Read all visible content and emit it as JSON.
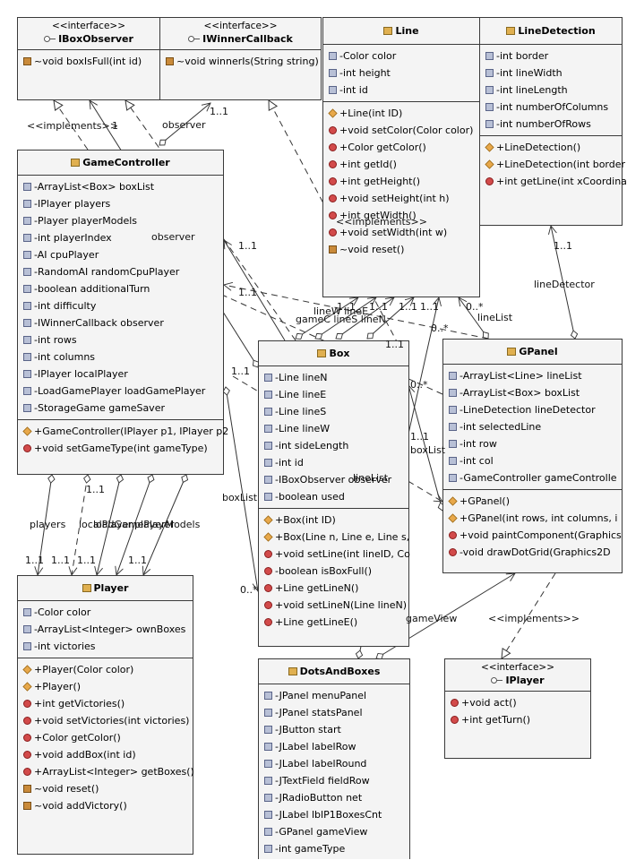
{
  "classes": {
    "iboxobserver": {
      "stereotype": "<<interface>>",
      "name": "IBoxObserver",
      "operations": [
        {
          "vis": "pkg",
          "text": "~void boxIsFull(int id)"
        }
      ]
    },
    "iwinnercallback": {
      "stereotype": "<<interface>>",
      "name": "IWinnerCallback",
      "operations": [
        {
          "vis": "pkg",
          "text": "~void winnerIs(String string)"
        }
      ]
    },
    "line": {
      "name": "Line",
      "attributes": [
        {
          "vis": "field",
          "text": "-Color color"
        },
        {
          "vis": "field",
          "text": "-int height"
        },
        {
          "vis": "field",
          "text": "-int id"
        }
      ],
      "operations": [
        {
          "vis": "pub",
          "text": "+Line(int ID)"
        },
        {
          "vis": "priv",
          "text": "+void setColor(Color color)"
        },
        {
          "vis": "priv",
          "text": "+Color getColor()"
        },
        {
          "vis": "priv",
          "text": "+int getId()"
        },
        {
          "vis": "priv",
          "text": "+int getHeight()"
        },
        {
          "vis": "priv",
          "text": "+void setHeight(int h)"
        },
        {
          "vis": "priv",
          "text": "+int getWidth()"
        },
        {
          "vis": "priv",
          "text": "+void setWidth(int w)"
        },
        {
          "vis": "pkg",
          "text": "~void reset()"
        }
      ]
    },
    "linedetection": {
      "name": "LineDetection",
      "attributes": [
        {
          "vis": "field",
          "text": "-int border"
        },
        {
          "vis": "field",
          "text": "-int lineWidth"
        },
        {
          "vis": "field",
          "text": "-int lineLength"
        },
        {
          "vis": "field",
          "text": "-int numberOfColumns"
        },
        {
          "vis": "field",
          "text": "-int numberOfRows"
        }
      ],
      "operations": [
        {
          "vis": "pub",
          "text": "+LineDetection()"
        },
        {
          "vis": "pub",
          "text": "+LineDetection(int border"
        },
        {
          "vis": "priv",
          "text": "+int getLine(int xCoordina"
        }
      ]
    },
    "gamecontroller": {
      "name": "GameController",
      "attributes": [
        {
          "vis": "field",
          "text": "-ArrayList<Box> boxList"
        },
        {
          "vis": "field",
          "text": "-IPlayer players"
        },
        {
          "vis": "field",
          "text": "-Player playerModels"
        },
        {
          "vis": "field",
          "text": "-int playerIndex"
        },
        {
          "vis": "field",
          "text": "-AI cpuPlayer"
        },
        {
          "vis": "field",
          "text": "-RandomAI randomCpuPlayer"
        },
        {
          "vis": "field",
          "text": "-boolean additionalTurn"
        },
        {
          "vis": "field",
          "text": "-int difficulty"
        },
        {
          "vis": "field",
          "text": "-IWinnerCallback observer"
        },
        {
          "vis": "field",
          "text": "-int rows"
        },
        {
          "vis": "field",
          "text": "-int columns"
        },
        {
          "vis": "field",
          "text": "-IPlayer localPlayer"
        },
        {
          "vis": "field",
          "text": "-LoadGamePlayer loadGamePlayer"
        },
        {
          "vis": "field",
          "text": "-StorageGame gameSaver"
        }
      ],
      "operations": [
        {
          "vis": "pub",
          "text": "+GameController(IPlayer p1, IPlayer p2"
        },
        {
          "vis": "priv",
          "text": "+void setGameType(int gameType)"
        }
      ]
    },
    "box": {
      "name": "Box",
      "attributes": [
        {
          "vis": "field",
          "text": "-Line lineN"
        },
        {
          "vis": "field",
          "text": "-Line lineE"
        },
        {
          "vis": "field",
          "text": "-Line lineS"
        },
        {
          "vis": "field",
          "text": "-Line lineW"
        },
        {
          "vis": "field",
          "text": "-int sideLength"
        },
        {
          "vis": "field",
          "text": "-int id"
        },
        {
          "vis": "field",
          "text": "-IBoxObserver observer"
        },
        {
          "vis": "field",
          "text": "-boolean used"
        }
      ],
      "operations": [
        {
          "vis": "pub",
          "text": "+Box(int ID)"
        },
        {
          "vis": "pub",
          "text": "+Box(Line n, Line e, Line s,"
        },
        {
          "vis": "priv",
          "text": "+void setLine(int lineID, Co"
        },
        {
          "vis": "priv",
          "text": "-boolean isBoxFull()"
        },
        {
          "vis": "priv",
          "text": "+Line getLineN()"
        },
        {
          "vis": "priv",
          "text": "+void setLineN(Line lineN)"
        },
        {
          "vis": "priv",
          "text": "+Line getLineE()"
        }
      ]
    },
    "gpanel": {
      "name": "GPanel",
      "attributes": [
        {
          "vis": "field",
          "text": "-ArrayList<Line> lineList"
        },
        {
          "vis": "field",
          "text": "-ArrayList<Box> boxList"
        },
        {
          "vis": "field",
          "text": "-LineDetection lineDetector"
        },
        {
          "vis": "field",
          "text": "-int selectedLine"
        },
        {
          "vis": "field",
          "text": "-int row"
        },
        {
          "vis": "field",
          "text": "-int col"
        },
        {
          "vis": "field",
          "text": "-GameController gameControlle"
        }
      ],
      "operations": [
        {
          "vis": "pub",
          "text": "+GPanel()"
        },
        {
          "vis": "pub",
          "text": "+GPanel(int rows, int columns, i"
        },
        {
          "vis": "priv",
          "text": "+void paintComponent(Graphics"
        },
        {
          "vis": "priv",
          "text": "-void drawDotGrid(Graphics2D"
        }
      ]
    },
    "player": {
      "name": "Player",
      "attributes": [
        {
          "vis": "field",
          "text": "-Color color"
        },
        {
          "vis": "field",
          "text": "-ArrayList<Integer> ownBoxes"
        },
        {
          "vis": "field",
          "text": "-int victories"
        }
      ],
      "operations": [
        {
          "vis": "pub",
          "text": "+Player(Color color)"
        },
        {
          "vis": "pub",
          "text": "+Player()"
        },
        {
          "vis": "priv",
          "text": "+int getVictories()"
        },
        {
          "vis": "priv",
          "text": "+void setVictories(int victories)"
        },
        {
          "vis": "priv",
          "text": "+Color getColor()"
        },
        {
          "vis": "priv",
          "text": "+void addBox(int id)"
        },
        {
          "vis": "priv",
          "text": "+ArrayList<Integer> getBoxes()"
        },
        {
          "vis": "pkg",
          "text": "~void reset()"
        },
        {
          "vis": "pkg",
          "text": "~void addVictory()"
        }
      ]
    },
    "dotsandboxes": {
      "name": "DotsAndBoxes",
      "attributes": [
        {
          "vis": "field",
          "text": "-JPanel menuPanel"
        },
        {
          "vis": "field",
          "text": "-JPanel statsPanel"
        },
        {
          "vis": "field",
          "text": "-JButton start"
        },
        {
          "vis": "field",
          "text": "-JLabel labelRow"
        },
        {
          "vis": "field",
          "text": "-JLabel labelRound"
        },
        {
          "vis": "field",
          "text": "-JTextField fieldRow"
        },
        {
          "vis": "field",
          "text": "-JRadioButton net"
        },
        {
          "vis": "field",
          "text": "-JLabel lblP1BoxesCnt"
        },
        {
          "vis": "field",
          "text": "-GPanel gameView"
        },
        {
          "vis": "field",
          "text": "-int gameType"
        }
      ],
      "operations": []
    },
    "iplayer": {
      "stereotype": "<<interface>>",
      "name": "IPlayer",
      "operations": [
        {
          "vis": "priv",
          "text": "+void act()"
        },
        {
          "vis": "priv",
          "text": "+int getTurn()"
        }
      ]
    }
  },
  "labels": {
    "implements1": "<<implements>>",
    "implements2": "<<implements>>",
    "implements3": "<<implements>>",
    "m_1_a": "1",
    "m_1_1_a": "1..1",
    "observer1": "observer",
    "observer2": "observer",
    "m_1_1_b": "1..1",
    "m_1_1_c": "1..1",
    "m_1_1_d": "1..1",
    "m_1_1_e": "1..1",
    "m_1_1_f": "1..1",
    "m_1_1_g": "1..1",
    "m_1_1_h": "1..1",
    "m_1_1_i": "1..1",
    "m_1_1_j": "1..1",
    "m_1_1_k": "1..1",
    "m_1_1_l": "1..1",
    "m_1_1_m": "1..1",
    "m_1_1_n": "1..1",
    "m_1_1_o": "1..1",
    "m_1_1_p": "1..1",
    "m_0s_a": "0..*",
    "m_0s_b": "0..*",
    "m_0s_c": "0..*",
    "m_0s_d": "0..*",
    "game_lines": "gameC lineS lineN",
    "lineW_lineE": "lineW lineE",
    "lineList1": "lineList",
    "lineList2": "lineList",
    "lineDetector": "lineDetector",
    "boxList1": "boxList",
    "boxList2": "boxList",
    "players": "players",
    "localPlayer": "localPlayer",
    "loadGamePlayer": "loadGamePlayer",
    "playerModels": "playerModels",
    "gameView": "gameView"
  }
}
